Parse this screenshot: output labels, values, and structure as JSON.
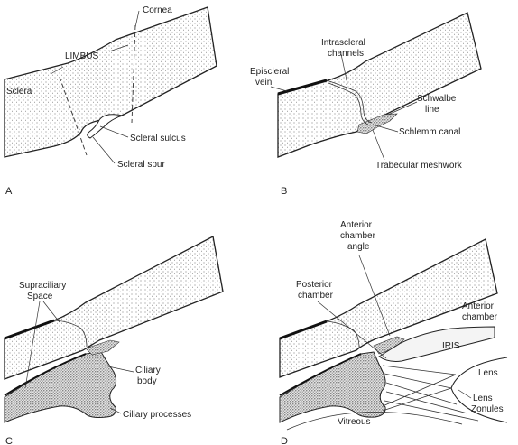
{
  "panels": {
    "a": {
      "letter": "A",
      "cornea": "Cornea",
      "limbus": "LIMBUS",
      "sclera": "Sclera",
      "scleral_sulcus": "Scleral sulcus",
      "scleral_spur": "Scleral spur"
    },
    "b": {
      "letter": "B",
      "intrascleral_l1": "Intrascleral",
      "intrascleral_l2": "channels",
      "episcleral_l1": "Episcleral",
      "episcleral_l2": "vein",
      "schwalbe_l1": "Schwalbe",
      "schwalbe_l2": "line",
      "schlemm": "Schlemm canal",
      "trabecular": "Trabecular meshwork"
    },
    "c": {
      "letter": "C",
      "supraciliary_l1": "Supraciliary",
      "supraciliary_l2": "Space",
      "ciliary_body_l1": "Ciliary",
      "ciliary_body_l2": "body",
      "ciliary_processes": "Ciliary processes"
    },
    "d": {
      "letter": "D",
      "angle_l1": "Anterior",
      "angle_l2": "chamber",
      "angle_l3": "angle",
      "posterior_l1": "Posterior",
      "posterior_l2": "chamber",
      "anterior_l1": "Anterior",
      "anterior_l2": "chamber",
      "iris": "IRIS",
      "lens_1": "Lens",
      "lens_2": "Lens",
      "zonules": "Zonules",
      "vitreous": "Vitreous"
    }
  }
}
